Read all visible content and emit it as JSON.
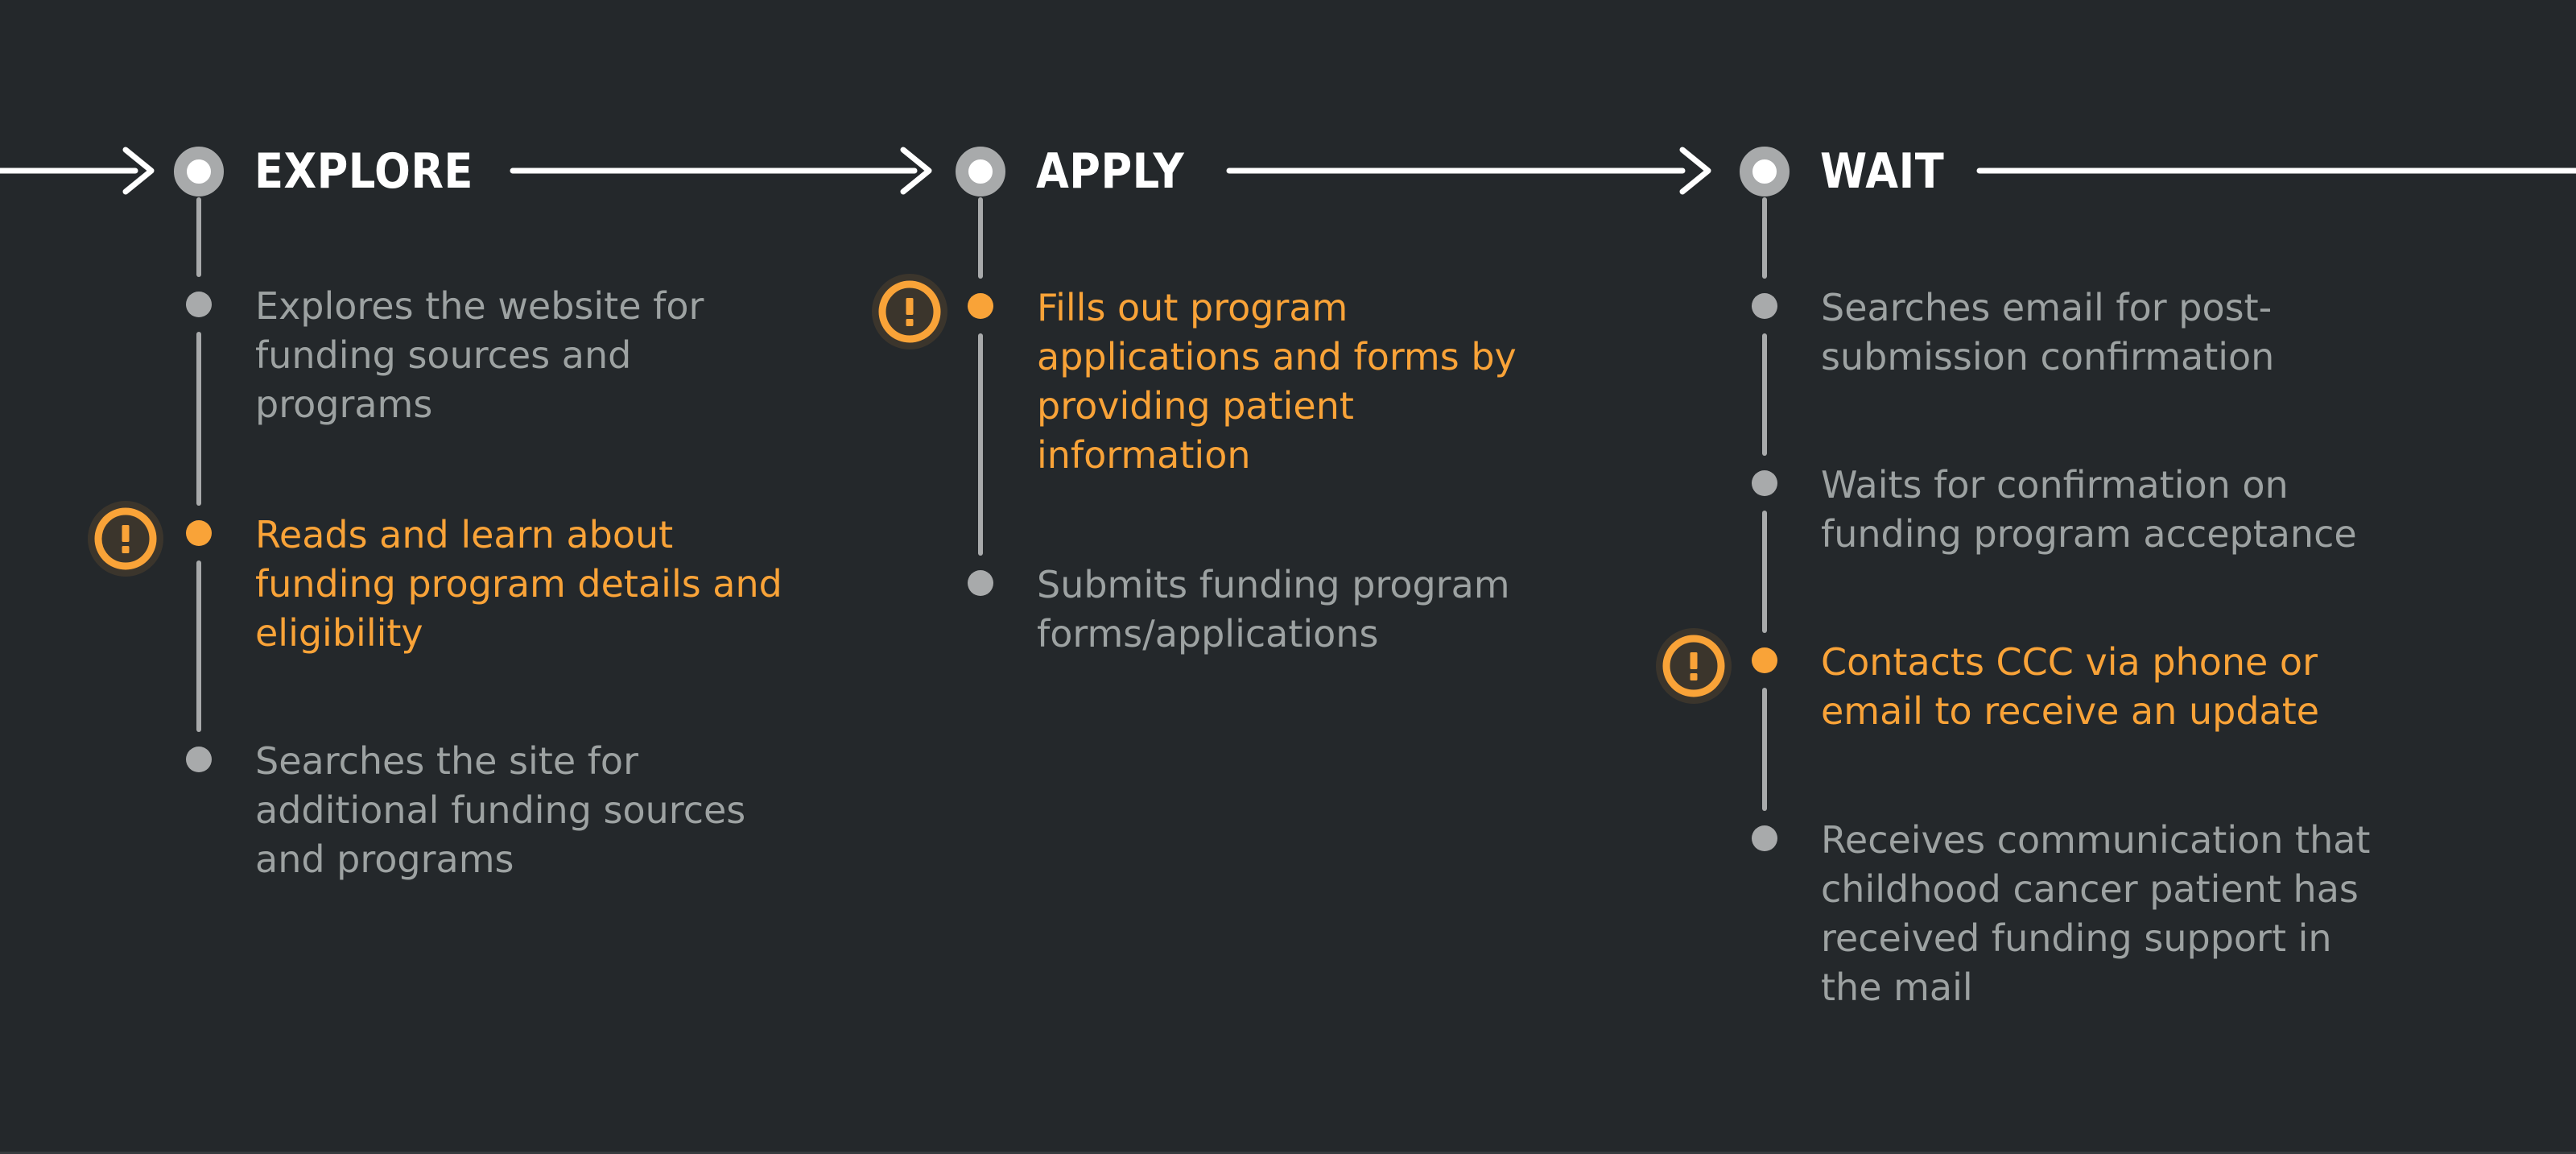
{
  "journey_map": {
    "phases": [
      {
        "title": "EXPLORE",
        "items": [
          {
            "text": "Explores the website for\nfunding sources and\nprograms",
            "highlighted": false,
            "warning_icon": false
          },
          {
            "text": "Reads and learn about\nfunding program details and\neligibility",
            "highlighted": true,
            "warning_icon": true
          },
          {
            "text": "Searches the site for\nadditional funding sources\nand programs",
            "highlighted": false,
            "warning_icon": false
          }
        ]
      },
      {
        "title": "APPLY",
        "items": [
          {
            "text": "Fills out program\napplications and forms by\nproviding patient\ninformation",
            "highlighted": true,
            "warning_icon": true
          },
          {
            "text": "Submits funding program\nforms/applications",
            "highlighted": false,
            "warning_icon": false
          }
        ]
      },
      {
        "title": "WAIT",
        "items": [
          {
            "text": "Searches email for post-\nsubmission confirmation",
            "highlighted": false,
            "warning_icon": false
          },
          {
            "text": "Waits for confirmation on\nfunding program acceptance",
            "highlighted": false,
            "warning_icon": false
          },
          {
            "text": "Contacts CCC via phone or\nemail to receive an update",
            "highlighted": true,
            "warning_icon": true
          },
          {
            "text": "Receives communication that\nchildhood cancer patient has\nreceived funding support in\nthe mail",
            "highlighted": false,
            "warning_icon": false
          }
        ]
      }
    ],
    "colors": {
      "background": "#24282B",
      "accent_orange": "#F9A338",
      "text_gray": "#9DA2A2",
      "element_gray": "#A8AAAB",
      "white": "#FFFFFF"
    }
  }
}
